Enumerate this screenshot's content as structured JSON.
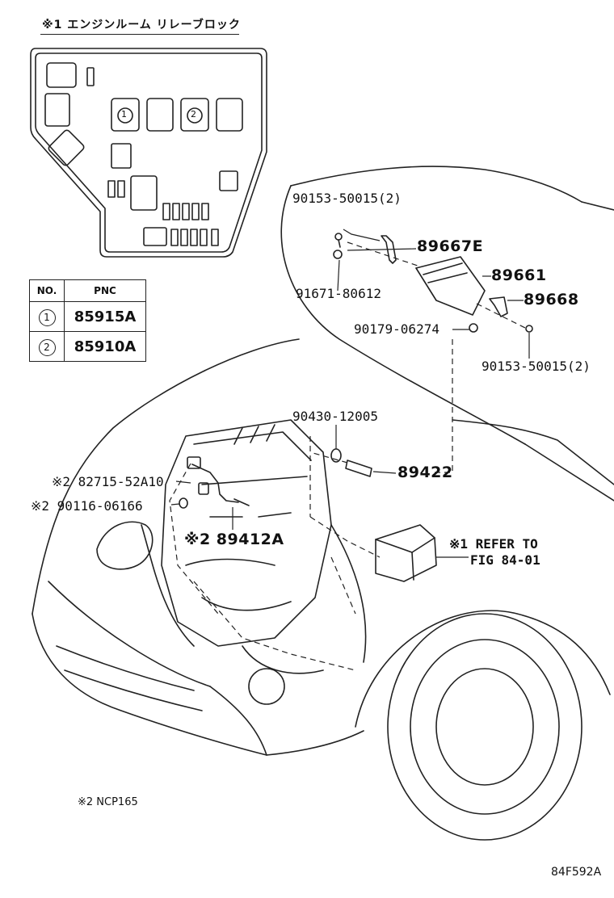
{
  "relay_block": {
    "title": "※1 エンジンルーム リレーブロック",
    "markers": [
      "1",
      "2"
    ]
  },
  "pnc_table": {
    "headers": [
      "NO.",
      "PNC"
    ],
    "rows": [
      {
        "no": "1",
        "pnc": "85915A"
      },
      {
        "no": "2",
        "pnc": "85910A"
      }
    ]
  },
  "parts": {
    "p90153_top": "90153-50015(2)",
    "p89667E": "89667E",
    "p89661": "89661",
    "p91671": "91671-80612",
    "p89668": "89668",
    "p90179": "90179-06274",
    "p90153_right": "90153-50015(2)",
    "p90430": "90430-12005",
    "p89422": "89422",
    "p82715": "※2 82715-52A10",
    "p90116": "※2 90116-06166",
    "p89412A": "※2 89412A",
    "refer_line1": "※1 REFER TO",
    "refer_line2": "FIG 84-01"
  },
  "footnote": "※2 NCP165",
  "figure_code": "84F592A"
}
